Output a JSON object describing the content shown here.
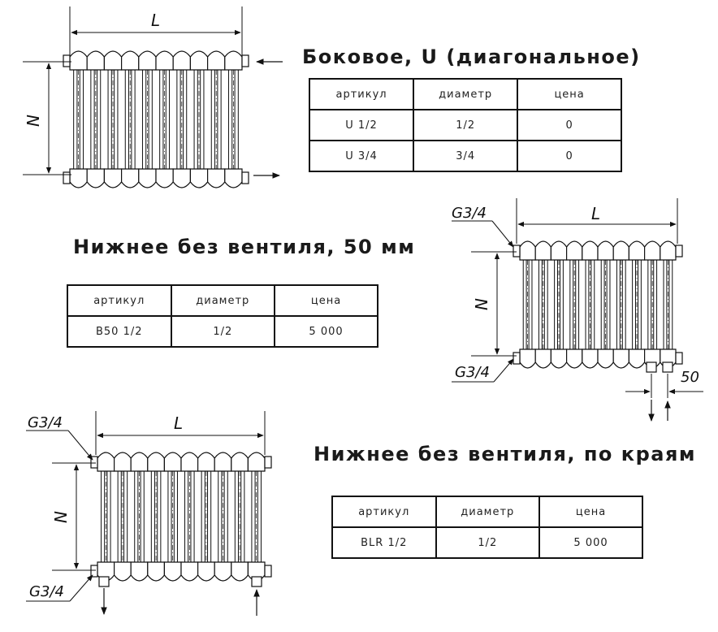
{
  "sections": [
    {
      "title": "Боковое, U (диагональное)",
      "headers": [
        "артикул",
        "диаметр",
        "цена"
      ],
      "rows": [
        [
          "U 1/2",
          "1/2",
          "0"
        ],
        [
          "U 3/4",
          "3/4",
          "0"
        ]
      ]
    },
    {
      "title": "Нижнее без вентиля, 50 мм",
      "headers": [
        "артикул",
        "диаметр",
        "цена"
      ],
      "rows": [
        [
          "B50 1/2",
          "1/2",
          "5 000"
        ]
      ]
    },
    {
      "title": "Нижнее без вентиля, по краям",
      "headers": [
        "артикул",
        "диаметр",
        "цена"
      ],
      "rows": [
        [
          "BLR 1/2",
          "1/2",
          "5 000"
        ]
      ]
    }
  ],
  "drawings": {
    "top": {
      "length_label": "L",
      "height_label": "N"
    },
    "right": {
      "length_label": "L",
      "height_label": "N",
      "thread_top": "G3/4",
      "thread_bottom": "G3/4",
      "spacing_label": "50"
    },
    "bottom": {
      "length_label": "L",
      "height_label": "N",
      "thread_top": "G3/4",
      "thread_bottom": "G3/4"
    }
  }
}
